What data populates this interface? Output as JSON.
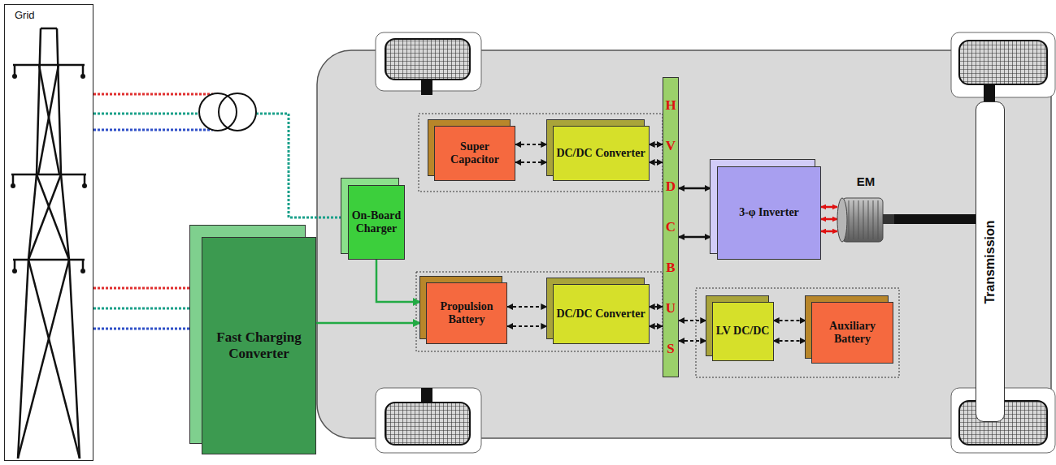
{
  "diagram": {
    "nodes": [
      {
        "text": [
          "Grid"
        ]
      },
      {
        "text": [
          "Fast Charging Converter"
        ]
      },
      {
        "text": [
          "On-Board Charger"
        ]
      },
      {
        "text": [
          "Super Capacitor"
        ]
      },
      {
        "text": [
          "DC/DC Converter"
        ]
      },
      {
        "text": [
          "Propulsion Battery"
        ]
      },
      {
        "text": [
          "DC/DC Converter"
        ]
      },
      {
        "text": [
          "HVDCBUS"
        ]
      },
      {
        "text": [
          "3-φ Inverter"
        ]
      },
      {
        "text": [
          "EM"
        ]
      },
      {
        "text": [
          "Transmission"
        ]
      },
      {
        "text": [
          "LV DC/DC"
        ]
      },
      {
        "text": [
          "Auxiliary Battery"
        ]
      }
    ],
    "edges": [
      {
        "from": 0,
        "to": 2,
        "arrow": "none"
      },
      {
        "from": 0,
        "to": 1,
        "arrow": "none"
      },
      {
        "from": 2,
        "to": 5,
        "arrow": "to"
      },
      {
        "from": 1,
        "to": 5,
        "arrow": "to"
      },
      {
        "from": 3,
        "to": 4,
        "arrow": "both"
      },
      {
        "from": 3,
        "to": 4,
        "arrow": "both"
      },
      {
        "from": 4,
        "to": 7,
        "arrow": "both"
      },
      {
        "from": 4,
        "to": 7,
        "arrow": "both"
      },
      {
        "from": 5,
        "to": 6,
        "arrow": "both"
      },
      {
        "from": 5,
        "to": 6,
        "arrow": "both"
      },
      {
        "from": 6,
        "to": 7,
        "arrow": "both"
      },
      {
        "from": 6,
        "to": 7,
        "arrow": "both"
      },
      {
        "from": 7,
        "to": 8,
        "arrow": "both"
      },
      {
        "from": 7,
        "to": 8,
        "arrow": "both"
      },
      {
        "from": 8,
        "to": 9,
        "arrow": "both"
      },
      {
        "from": 8,
        "to": 9,
        "arrow": "both"
      },
      {
        "from": 8,
        "to": 9,
        "arrow": "both"
      },
      {
        "from": 9,
        "to": 10,
        "arrow": "none"
      },
      {
        "from": 7,
        "to": 11,
        "arrow": "both"
      },
      {
        "from": 7,
        "to": 11,
        "arrow": "both"
      },
      {
        "from": 11,
        "to": 12,
        "arrow": "both"
      },
      {
        "from": 11,
        "to": 12,
        "arrow": "both"
      }
    ]
  }
}
